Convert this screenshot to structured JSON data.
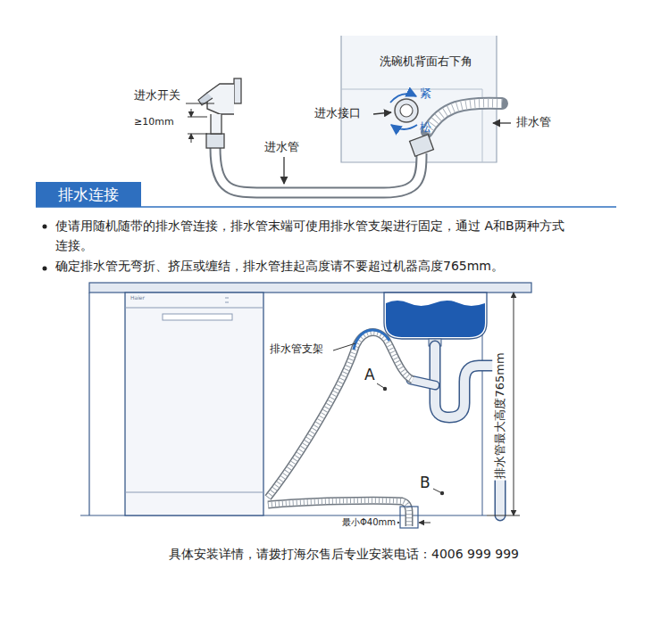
{
  "diagram": {
    "title": "排水连接",
    "caption": "具体安装详情，请拨打海尔售后专业安装电话：4006 999 999",
    "labels": [
      "洗碗机背面右下角",
      "进水开关",
      "≥10mm",
      "紧",
      "进水接口",
      "松",
      "排水管",
      "进水管",
      "使请用随机随带的排水管连接，排水管末端可使用排水管支架进行固定，通过 A和B两种方式连接。",
      "确定排水管无弯折、挤压或缠结，排水管挂起高度请不要超过机器高度765mm。",
      "Haier",
      "排水管支架",
      "A",
      "排水管最大高度765mm",
      "B",
      "最小Φ40mm"
    ]
  }
}
